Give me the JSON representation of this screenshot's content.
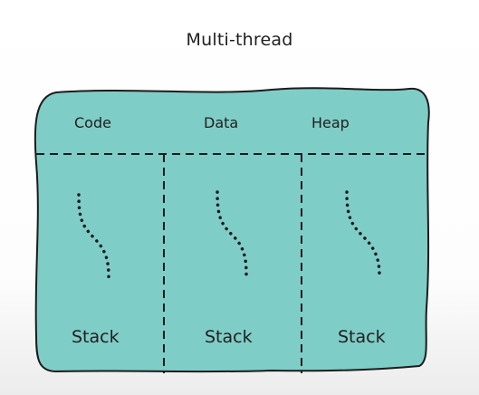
{
  "title": "Multi-thread",
  "shared_sections": [
    "Code",
    "Data",
    "Heap"
  ],
  "threads": [
    {
      "stack_label": "Stack"
    },
    {
      "stack_label": "Stack"
    },
    {
      "stack_label": "Stack"
    }
  ],
  "colors": {
    "process_fill": "#7fcdc7",
    "outline": "#1c1c1c",
    "dashed_line": "#1c1c1c",
    "background": "#ffffff"
  }
}
